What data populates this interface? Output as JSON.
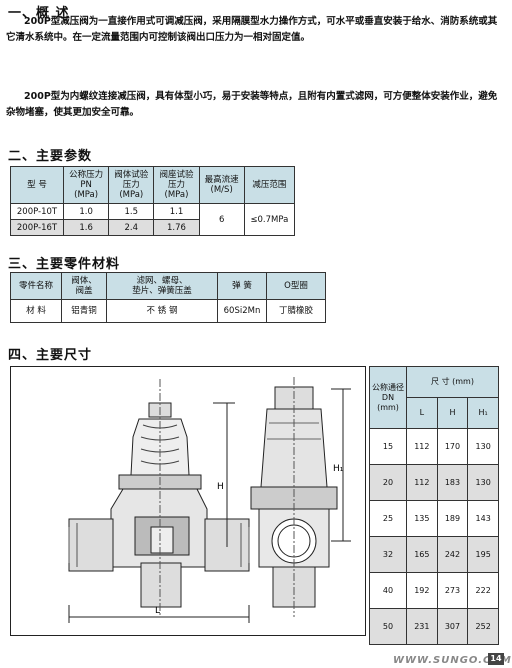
{
  "section1": {
    "title": "一、概  述",
    "paragraphs": [
      "200P型减压阀为一直接作用式可调减压阀，采用隔膜型水力操作方式，可水平或垂直安装于给水、消防系统或其它清水系统中。在一定流量范围内可控制该阀出口压力为一相对固定值。",
      "200P型为内螺纹连接减压阀，具有体型小巧，易于安装等特点，且附有内置式滤网，可方便整体安装作业，避免杂物堵塞，使其更加安全可靠。"
    ]
  },
  "section2": {
    "title": "二、主要参数",
    "headers": [
      "型    号",
      "公称压力\nPN\n(MPa)",
      "阀体试验\n压力\n(MPa)",
      "阀座试验\n压力\n(MPa)",
      "最高流速\n(M/S)",
      "减压范围"
    ],
    "rows": [
      [
        "200P-10T",
        "1.0",
        "1.5",
        "1.1"
      ],
      [
        "200P-16T",
        "1.6",
        "2.4",
        "1.76"
      ]
    ],
    "max_flow": "6",
    "pressure_range": "≤0.7MPa"
  },
  "section3": {
    "title": "三、主要零件材料",
    "headers": [
      "零件名称",
      "阀体、\n阀盖",
      "滤网、螺母、\n垫片、弹簧压盖",
      "弹    簧",
      "O型圈"
    ],
    "row": [
      "材    料",
      "铝青铜",
      "不  锈  钢",
      "60Si2Mn",
      "丁腈橡胶"
    ]
  },
  "section4": {
    "title": "四、主要尺寸",
    "labels": {
      "H": "H",
      "H1": "H₁",
      "L": "L"
    }
  },
  "dim_table": {
    "dn_header": "公称通径\nDN\n(mm)",
    "size_header": "尺 寸 (mm)",
    "cols": [
      "L",
      "H",
      "H₁"
    ],
    "rows": [
      [
        "15",
        "112",
        "170",
        "130"
      ],
      [
        "20",
        "112",
        "183",
        "130"
      ],
      [
        "25",
        "135",
        "189",
        "143"
      ],
      [
        "32",
        "165",
        "242",
        "195"
      ],
      [
        "40",
        "192",
        "273",
        "222"
      ],
      [
        "50",
        "231",
        "307",
        "252"
      ]
    ]
  },
  "footer": {
    "watermark": "WWW.SUNGO.COM.CN",
    "page": "14"
  }
}
